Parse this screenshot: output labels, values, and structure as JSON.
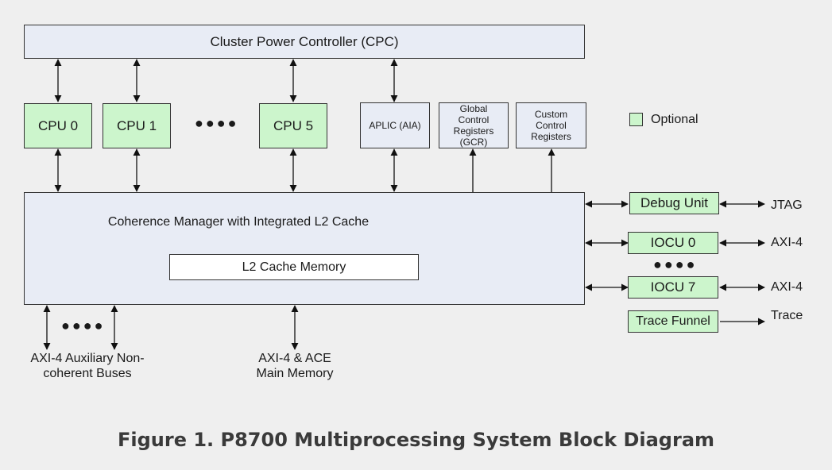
{
  "diagram": {
    "cpc": "Cluster Power Controller (CPC)",
    "cpus": [
      "CPU 0",
      "CPU 1",
      "CPU 5"
    ],
    "cpu_ellipsis": "●●●●",
    "aplic": "APLIC (AIA)",
    "gcr": "Global Control Registers (GCR)",
    "custom": "Custom Control Registers",
    "legend_optional": "Optional",
    "cm": "Coherence Manager with Integrated L2 Cache",
    "l2": "L2 Cache Memory",
    "debug": "Debug Unit",
    "jtag": "JTAG",
    "iocu0": "IOCU 0",
    "iocu7": "IOCU 7",
    "iocu_ellipsis": "●●●●",
    "axi4_a": "AXI-4",
    "axi4_b": "AXI-4",
    "trace_funnel": "Trace Funnel",
    "trace": "Trace",
    "aux_ellipsis": "●●●●",
    "aux_buses": "AXI-4 Auxiliary Non-coherent Buses",
    "main_memory": "AXI-4 & ACE Main Memory",
    "caption": "Figure 1. P8700 Multiprocessing System Block Diagram",
    "colors": {
      "optional_fill": "#ccf5cc",
      "block_fill": "#e8ecf5",
      "border": "#333333"
    }
  }
}
